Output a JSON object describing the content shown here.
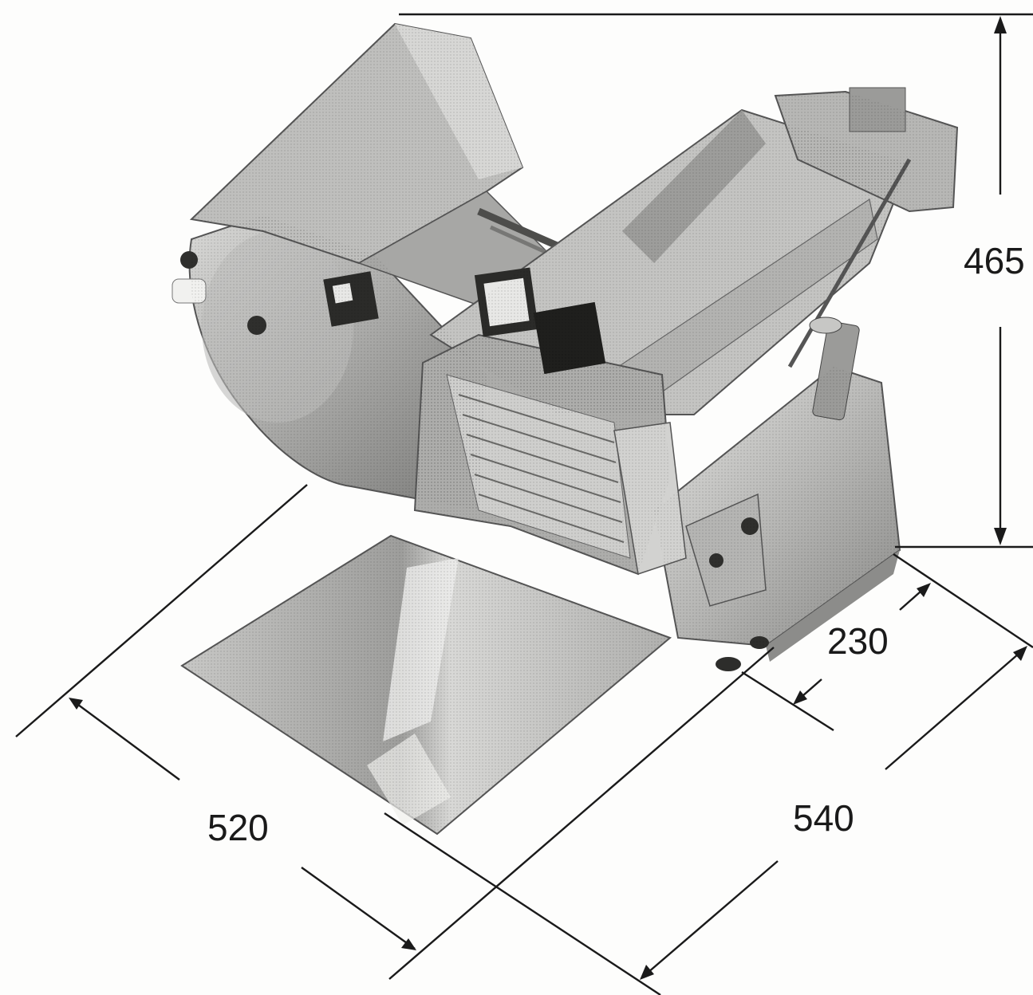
{
  "dimensions": {
    "height": "465",
    "depth_small": "230",
    "width": "520",
    "depth": "540"
  },
  "colors": {
    "steel_light": "#d4d4d2",
    "steel_mid": "#a9a9a7",
    "steel_dark": "#6f6f6d",
    "steel_shadow": "#4a4a48",
    "line": "#1a1a1a"
  }
}
